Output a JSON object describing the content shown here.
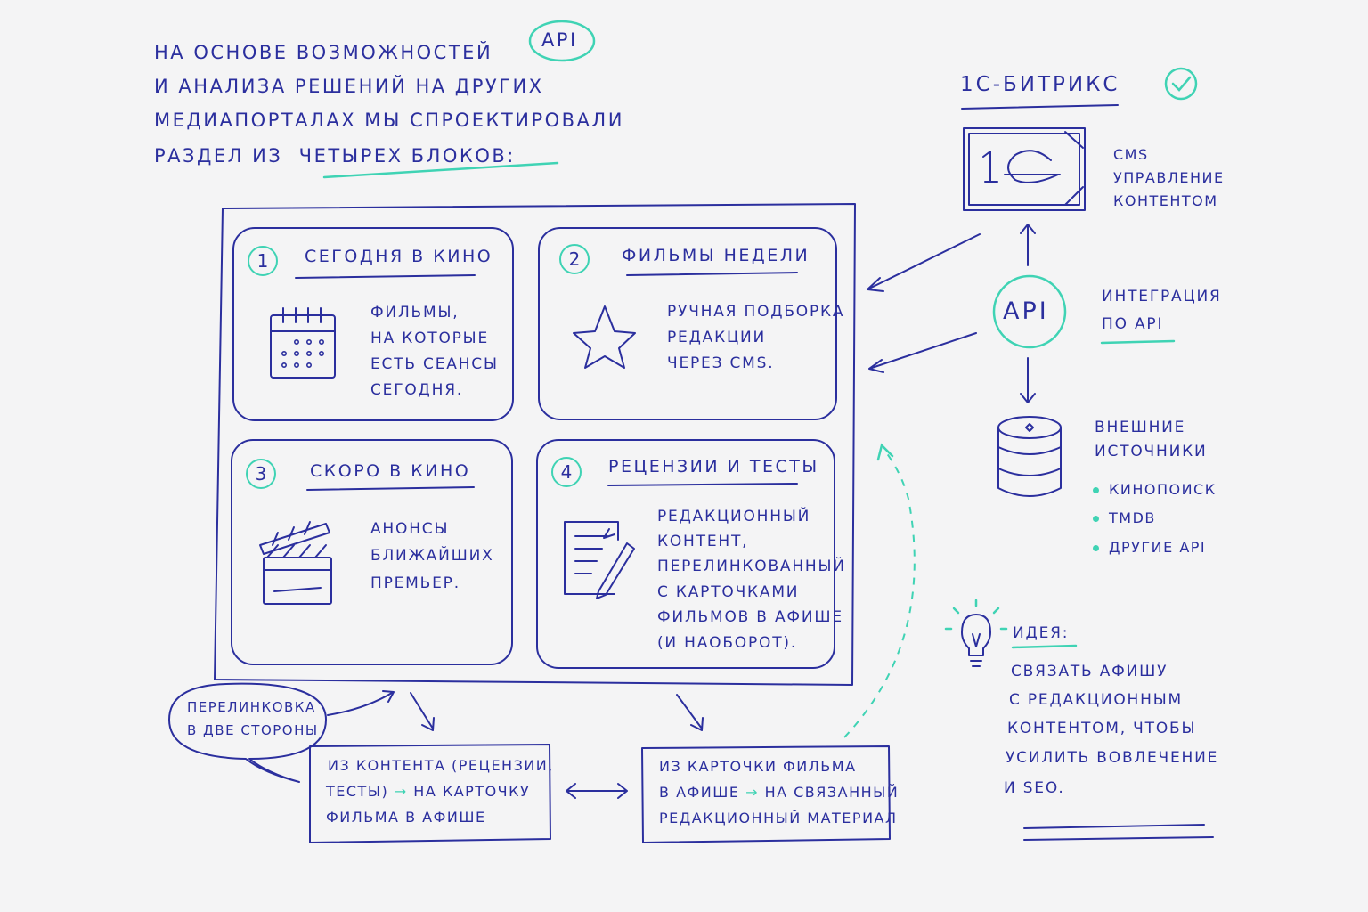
{
  "intro": {
    "line1": "На основе возможностей",
    "api_word": "API",
    "line2": "и анализа решений на других",
    "line3": "медиапорталах мы спроектировали",
    "line4_prefix": "раздел из",
    "line4_highlight": "четырех блоков:"
  },
  "blocks": [
    {
      "number": "1",
      "title": "Сегодня в кино",
      "lines": [
        "Фильмы,",
        "на которые",
        "есть сеансы",
        "сегодня."
      ],
      "icon": "calendar-icon"
    },
    {
      "number": "2",
      "title": "Фильмы недели",
      "lines": [
        "Ручная подборка",
        "редакции",
        "через CMS."
      ],
      "icon": "star-icon"
    },
    {
      "number": "3",
      "title": "Скоро в кино",
      "lines": [
        "Анонсы",
        "ближайших",
        "премьер."
      ],
      "icon": "clapperboard-icon"
    },
    {
      "number": "4",
      "title": "Рецензии и тесты",
      "lines": [
        "Редакционный",
        "контент,",
        "перелинкованный",
        "с карточками",
        "фильмов в афише",
        "(и наоборот)."
      ],
      "icon": "document-pencil-icon"
    }
  ],
  "bitrix": {
    "title": "1С-Битрикс",
    "logo_text": "1С",
    "cms_lines": [
      "CMS",
      "управление",
      "контентом"
    ]
  },
  "api": {
    "label": "API",
    "integration_lines": [
      "Интеграция",
      "по API"
    ]
  },
  "sources": {
    "title_lines": [
      "Внешние",
      "источники"
    ],
    "items": [
      "Кинопоиск",
      "TMDB",
      "Другие API"
    ]
  },
  "idea": {
    "title": "Идея:",
    "lines": [
      "Связать афишу",
      "с редакционным",
      "контентом, чтобы",
      "усилить вовлечение",
      "и SEO."
    ]
  },
  "crosslink": {
    "bubble_lines": [
      "Перелинковка",
      "в две стороны"
    ],
    "left": {
      "l1": "Из контента (рецензии,",
      "l2a": "тесты)",
      "l2b": "на карточку",
      "l3": "фильма в афише"
    },
    "right": {
      "l1": "Из карточки фильма",
      "l2a": "в афише",
      "l2b": "на связанный",
      "l3": "редакционный материал"
    }
  },
  "colors": {
    "ink": "#2b2f9e",
    "accent": "#3fd3b4",
    "background": "#f4f4f5"
  }
}
